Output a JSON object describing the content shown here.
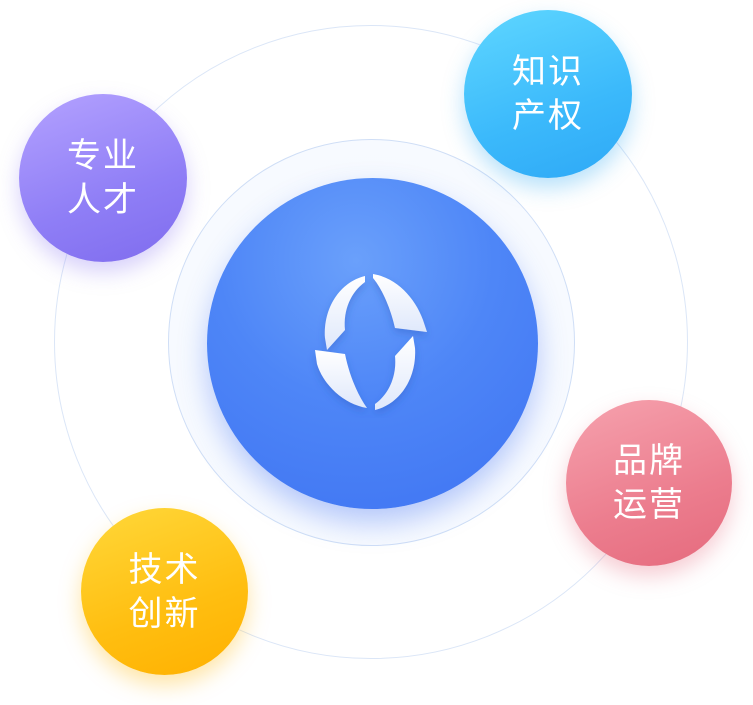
{
  "center": {
    "logo_icon": "rotating-arrows-logo-icon",
    "core_color": "#4e86f7"
  },
  "nodes": {
    "talent": {
      "line1": "专业",
      "line2": "人才",
      "color": "#8f7ef6"
    },
    "ip": {
      "line1": "知识",
      "line2": "产权",
      "color": "#3bb9fb"
    },
    "brand": {
      "line1": "品牌",
      "line2": "运营",
      "color": "#ec7d8e"
    },
    "tech": {
      "line1": "技术",
      "line2": "创新",
      "color": "#ffbe10"
    }
  }
}
